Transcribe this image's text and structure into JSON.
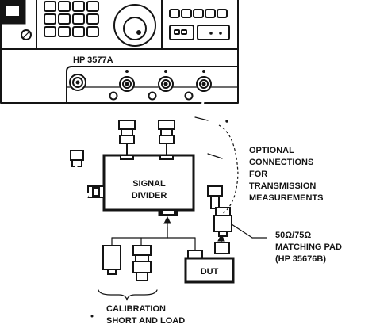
{
  "instrument_label": "HP 3577A",
  "divider_label_line1": "SIGNAL",
  "divider_label_line2": "DIVIDER",
  "dut_label": "DUT",
  "optional_lines": [
    "OPTIONAL",
    "CONNECTIONS",
    "FOR",
    "TRANSMISSION",
    "MEASUREMENTS"
  ],
  "pad_lines": [
    "50Ω/75Ω",
    "MATCHING PAD",
    "(HP 35676B)"
  ],
  "calibration_lines": [
    "CALIBRATION",
    "SHORT AND LOAD"
  ],
  "colors": {
    "ink": "#141414",
    "paper": "#ffffff"
  }
}
